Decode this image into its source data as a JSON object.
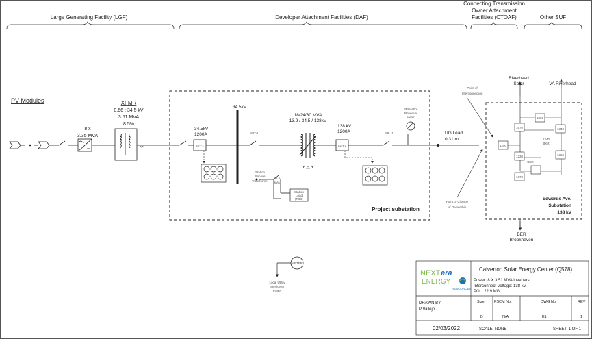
{
  "headers": {
    "lgf": "Large Generating Facility (LGF)",
    "daf": "Developer Attachment Facilities (DAF)",
    "ctoaf_line1": "Connecting Transmission",
    "ctoaf_line2": "Owner Attachment",
    "ctoaf_line3": "Facilities (CTOAF)",
    "suf": "Other SUF"
  },
  "pv": {
    "title": "PV Modules",
    "inverter_count": "8 x",
    "inverter_mva": "3.35 MVA"
  },
  "xfmr": {
    "title": "XFMR",
    "voltage": "0.66 : 34.5 kV",
    "mva": "3.51 MVA",
    "impedance": "8.5%",
    "winding": "Y"
  },
  "substation": {
    "bus_label": "34.5kV",
    "breaker1_label1": "34.5kV",
    "breaker1_label2": "1200A",
    "breaker1_box": "52-F1",
    "switch1_label": "89T-1",
    "mpt_label1": "18/24/30 MVA",
    "mpt_label2": "13.9 / 34.5 / 138kV",
    "mpt_winding": "Y △ Y",
    "breaker2_label1": "138 kV",
    "breaker2_label2": "1200A",
    "breaker2_box": "52H-1",
    "switch2_label": "89L-1",
    "meter_label1": "PRIMARY",
    "meter_label2": "Revenue",
    "meter_label3": "Meter",
    "station_label1": "Station",
    "station_label2": "Service",
    "station_label3": "Transformer",
    "station_kv": "34.5",
    "station_kva": "kVA",
    "station_box1": "Station",
    "station_box2": "Load",
    "station_box3": "(TBD)",
    "title": "Project substation"
  },
  "line": {
    "lead_label": "UG Lead",
    "length": "0.31 mi"
  },
  "poi": {
    "label1": "Point of",
    "label2": "Interconnection"
  },
  "poco": {
    "label1": "Point of Change",
    "label2": "of Ownership"
  },
  "ctoaf_box": {
    "switch_box": "1290",
    "riverhead_label1": "Riverhead",
    "riverhead_label2": "Solar",
    "va_riverhead": "VA Riverhead",
    "edwards_line1": "Edwards Ave.",
    "edwards_line2": "Substation",
    "edwards_line3": "138 kV",
    "ber_line1": "BER",
    "ber_line2": "Brookhaven",
    "b1": "1300",
    "b2": "1670",
    "b3": "1340",
    "b4": "1240",
    "b5": "BKR",
    "b6": "1230",
    "b7": "BKR",
    "b8": "1350",
    "b9": "1370"
  },
  "legend": {
    "meter_text": "METER",
    "caption1": "Local Utility",
    "caption2": "Service to",
    "caption3": "Power"
  },
  "title_block": {
    "logo_next": "NEXT",
    "logo_era": "era",
    "logo_energy": "ENERGY",
    "logo_resources": "RESOURCES",
    "project": "Calverton Solar Energy Center (Q578)",
    "power": "Power: 8 X 3.51 MVA Inverters",
    "voltage": "Interconnect Voltage: 138 kV",
    "poi": "POI : 22.9 MW",
    "drawn_by_label": "DRAWN BY:",
    "drawn_by": "P Vallejo",
    "size_label": "Size",
    "size": "B",
    "fscm_label": "FSCM No.",
    "fscm": "N/A",
    "dwg_label": "DWG No.",
    "dwg": "E1",
    "rev_label": "REV",
    "rev": "1",
    "date": "02/03/2022",
    "scale": "SCALE:   NONE",
    "sheet": "SHEET:   1 OF 1"
  },
  "colors": {
    "line": "#222222",
    "logo_green": "#7ab648",
    "logo_blue": "#1d6fb8",
    "border": "#555555"
  }
}
